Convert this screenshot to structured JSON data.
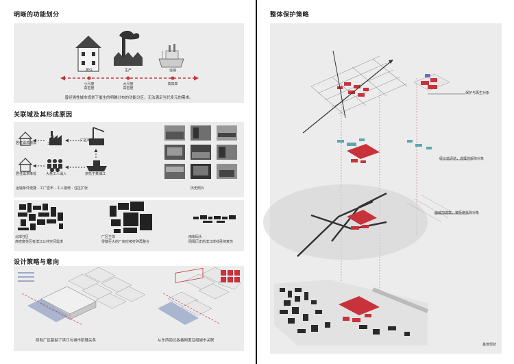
{
  "left": {
    "section1": {
      "title": "明晰的功能划分",
      "labels": [
        {
          "name": "居住",
          "sub1": "小尺度",
          "sub2": "高密度"
        },
        {
          "name": "生产",
          "sub1": "大尺度",
          "sub2": "高密度"
        },
        {
          "name": "运输",
          "sub1": "高效率",
          "sub2": ""
        }
      ],
      "caption": "曾经强性城市规划下催生的明确分布的功能分区，无法满足当代多元的需求。"
    },
    "section2": {
      "title": "关联域及其形成原因",
      "flow": {
        "housing_increase": "居住需求增加",
        "factory_dense": "工厂密布",
        "factory_dock": "厂区和码头结合",
        "housing_decrease": "居住需求降低",
        "workers": "大量工人涌入",
        "river": "依托于黄浦江"
      },
      "caption": "运输条件便捷 - 工厂密布 - 工人激增 - 住区扩张",
      "photo_caption": "历史照片",
      "maps": [
        {
          "title": "北岸住区",
          "desc": "高密度住区有滨江公共空间需求"
        },
        {
          "title": "厂区主体",
          "desc": "零散巨大的厂房应被打碎再整合"
        },
        {
          "title": "南岸码头",
          "desc": "阻隔历史的滨江岸线亟待复苏"
        }
      ]
    },
    "section3": {
      "title": "设计策略与意向",
      "caption_left": "原有厂区割裂了滨江与城市肌理关系",
      "caption_right": "从东西南北各格网度互组城市关联"
    }
  },
  "right": {
    "title": "整体保护策略",
    "labels": {
      "l1": "保护与再生对象",
      "l2": "经价值评估，选择性拆除对象",
      "l3": "面域加建筑，被拒绝拆除对象",
      "l4": "基地现状"
    }
  },
  "colors": {
    "accent": "#c8323a",
    "panel": "#ececec",
    "teal": "#5aa8b2",
    "divider": "#111111"
  }
}
